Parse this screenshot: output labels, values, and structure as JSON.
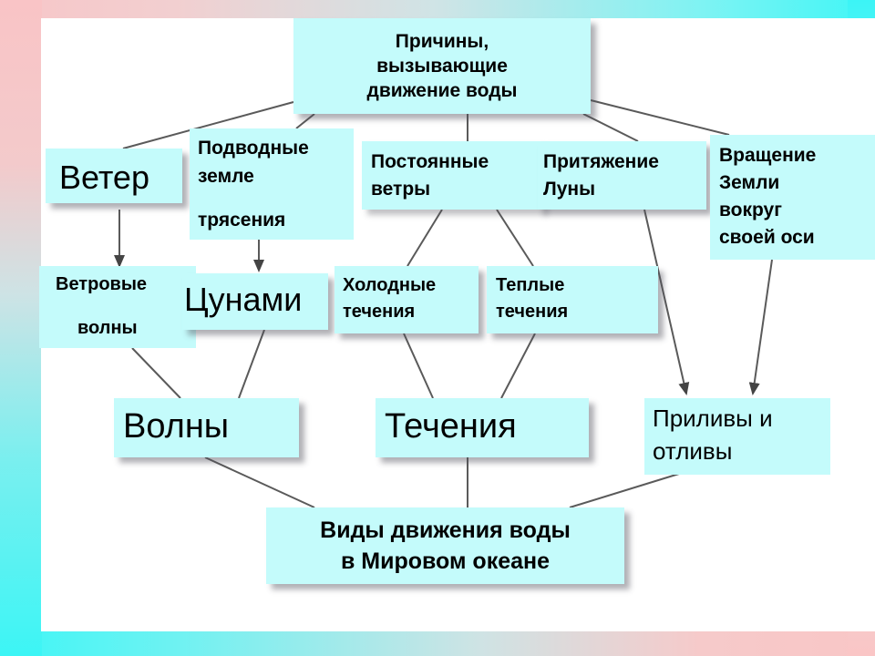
{
  "diagram": {
    "colors": {
      "box_fill": "#c4fbfb",
      "panel": "#ffffff",
      "line": "#555555",
      "frame_pink": "#f8c6c8",
      "frame_cyan": "#3ff6f6"
    },
    "nodes": {
      "root": {
        "lines": [
          "Причины,",
          "вызывающие",
          "движение воды"
        ]
      },
      "wind": {
        "label": "Ветер"
      },
      "earthquakes": {
        "line1": "Подводные",
        "line2": "земле",
        "line3": "трясения"
      },
      "constant_winds": {
        "line1": "Постоянные",
        "line2": "ветры"
      },
      "moon": {
        "line1": "Притяжение",
        "line2": "Луны"
      },
      "rotation": {
        "lines": [
          "Вращение",
          "Земли",
          "вокруг",
          "своей оси"
        ]
      },
      "wind_waves": {
        "line1": "Ветровые",
        "line2": "волны"
      },
      "tsunami": {
        "label": "Цунами"
      },
      "cold_currents": {
        "line1": "Холодные",
        "line2": "течения"
      },
      "warm_currents": {
        "line1": "Теплые",
        "line2": "течения"
      },
      "waves": {
        "label": "Волны"
      },
      "currents": {
        "label": "Течения"
      },
      "tides": {
        "line1": "Приливы и",
        "line2": "отливы"
      },
      "types": {
        "line1": "Виды движения воды",
        "line2": "в Мировом океане"
      }
    },
    "edges": [
      {
        "from": "root",
        "to": "wind",
        "arrow": false
      },
      {
        "from": "root",
        "to": "earthquakes",
        "arrow": false
      },
      {
        "from": "root",
        "to": "constant_winds",
        "arrow": false
      },
      {
        "from": "root",
        "to": "moon",
        "arrow": false
      },
      {
        "from": "root",
        "to": "rotation",
        "arrow": false
      },
      {
        "from": "wind",
        "to": "wind_waves",
        "arrow": true
      },
      {
        "from": "earthquakes",
        "to": "tsunami",
        "arrow": true
      },
      {
        "from": "constant_winds",
        "to": "cold_currents",
        "arrow": false
      },
      {
        "from": "constant_winds",
        "to": "warm_currents",
        "arrow": false
      },
      {
        "from": "moon",
        "to": "tides",
        "arrow": true
      },
      {
        "from": "rotation",
        "to": "tides",
        "arrow": true
      },
      {
        "from": "wind_waves",
        "to": "waves",
        "arrow": false
      },
      {
        "from": "tsunami",
        "to": "waves",
        "arrow": false
      },
      {
        "from": "cold_currents",
        "to": "currents",
        "arrow": false
      },
      {
        "from": "warm_currents",
        "to": "currents",
        "arrow": false
      },
      {
        "from": "waves",
        "to": "types",
        "arrow": false
      },
      {
        "from": "currents",
        "to": "types",
        "arrow": false
      },
      {
        "from": "tides",
        "to": "types",
        "arrow": false
      }
    ]
  }
}
